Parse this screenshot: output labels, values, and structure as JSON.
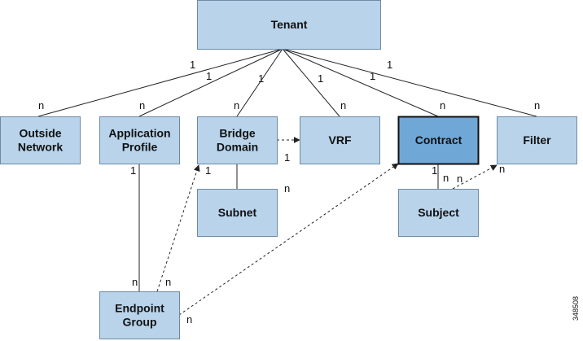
{
  "colors": {
    "node_fill": "#b8d3ea",
    "highlight_fill": "#6fa7d6",
    "highlight_stroke": "#111111",
    "line": "#222222"
  },
  "nodes": {
    "tenant": {
      "lines": [
        "Tenant"
      ]
    },
    "outside_network": {
      "lines": [
        "Outside",
        "Network"
      ]
    },
    "application_profile": {
      "lines": [
        "Application",
        "Profile"
      ]
    },
    "bridge_domain": {
      "lines": [
        "Bridge",
        "Domain"
      ]
    },
    "vrf": {
      "lines": [
        "VRF"
      ]
    },
    "contract": {
      "lines": [
        "Contract"
      ],
      "highlighted": true
    },
    "filter": {
      "lines": [
        "Filter"
      ]
    },
    "subnet": {
      "lines": [
        "Subnet"
      ]
    },
    "subject": {
      "lines": [
        "Subject"
      ]
    },
    "endpoint_group": {
      "lines": [
        "Endpoint",
        "Group"
      ]
    }
  },
  "edges": [
    {
      "from": "tenant",
      "to": "outside_network",
      "style": "solid",
      "from_card": "1",
      "to_card": "n"
    },
    {
      "from": "tenant",
      "to": "application_profile",
      "style": "solid",
      "from_card": "1",
      "to_card": "n"
    },
    {
      "from": "tenant",
      "to": "bridge_domain",
      "style": "solid",
      "from_card": "1",
      "to_card": "n"
    },
    {
      "from": "tenant",
      "to": "vrf",
      "style": "solid",
      "from_card": "1",
      "to_card": "n"
    },
    {
      "from": "tenant",
      "to": "contract",
      "style": "solid",
      "from_card": "1",
      "to_card": "n"
    },
    {
      "from": "tenant",
      "to": "filter",
      "style": "solid",
      "from_card": "1",
      "to_card": "n"
    },
    {
      "from": "bridge_domain",
      "to": "vrf",
      "style": "dashed",
      "arrow": true,
      "from_card": "",
      "to_card": "1"
    },
    {
      "from": "bridge_domain",
      "to": "subnet",
      "style": "solid",
      "from_card": "1",
      "to_card": "n"
    },
    {
      "from": "contract",
      "to": "subject",
      "style": "solid",
      "from_card": "1",
      "to_card": "n"
    },
    {
      "from": "subject",
      "to": "filter",
      "style": "dashed",
      "arrow": true,
      "from_card": "n",
      "to_card": "n"
    },
    {
      "from": "application_profile",
      "to": "endpoint_group",
      "style": "solid",
      "from_card": "1",
      "to_card": "n"
    },
    {
      "from": "endpoint_group",
      "to": "bridge_domain",
      "style": "dashed",
      "arrow": true,
      "from_card": "n",
      "to_card": ""
    },
    {
      "from": "endpoint_group",
      "to": "contract",
      "style": "dashed",
      "arrow": true,
      "from_card": "n",
      "to_card": ""
    }
  ],
  "figure_id": "348508"
}
